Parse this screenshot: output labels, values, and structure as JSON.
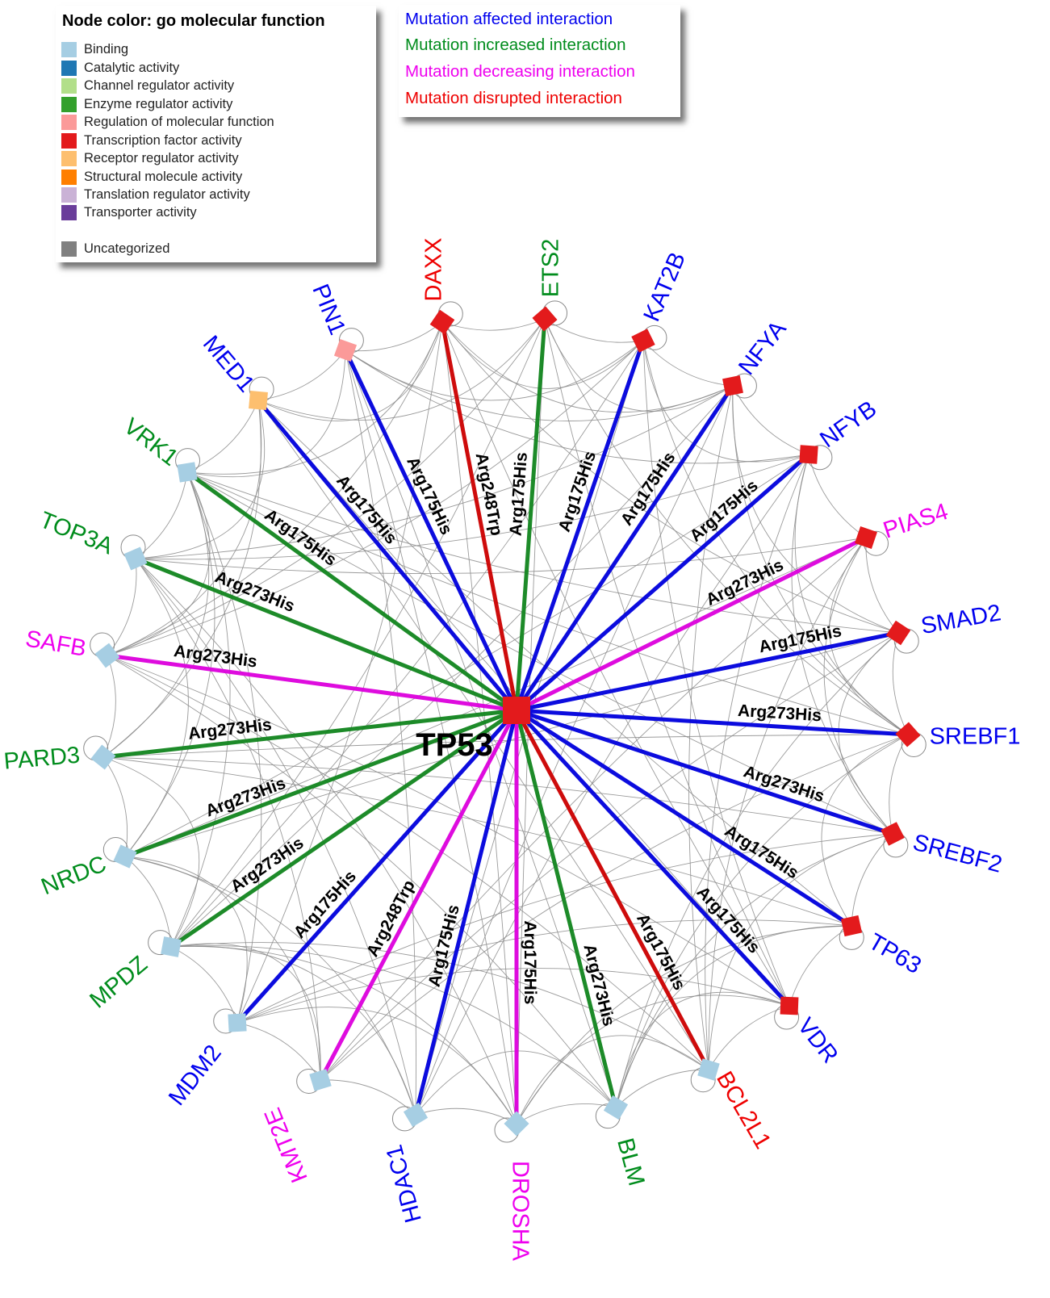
{
  "legend_go": {
    "title": "Node color: go molecular function",
    "items": [
      {
        "label": "Binding",
        "color": "#a6cee3"
      },
      {
        "label": "Catalytic activity",
        "color": "#1f78b4"
      },
      {
        "label": "Channel regulator activity",
        "color": "#b2df8a"
      },
      {
        "label": "Enzyme regulator activity",
        "color": "#33a02c"
      },
      {
        "label": "Regulation of molecular function",
        "color": "#fb9a99"
      },
      {
        "label": "Transcription factor activity",
        "color": "#e31a1c"
      },
      {
        "label": "Receptor regulator activity",
        "color": "#fdbf6f"
      },
      {
        "label": "Structural molecule activity",
        "color": "#ff7f00"
      },
      {
        "label": "Translation regulator activity",
        "color": "#cab2d6"
      },
      {
        "label": "Transporter activity",
        "color": "#6a3d9a"
      },
      {
        "label": "Uncategorized",
        "color": "#808080"
      }
    ]
  },
  "legend_edges": {
    "items": [
      {
        "label": "Mutation affected interaction",
        "color": "#0000ee"
      },
      {
        "label": "Mutation increased interaction",
        "color": "#008c1c"
      },
      {
        "label": "Mutation decreasing interaction",
        "color": "#ee00ee"
      },
      {
        "label": "Mutation disrupted interaction",
        "color": "#ee0000"
      }
    ]
  },
  "center": {
    "label": "TP53",
    "color": "#e31a1c"
  },
  "nodes": [
    {
      "name": "DAXX",
      "go_color": "#e31a1c",
      "text_color": "#ee0000",
      "edge_color": "#cc0000",
      "mutation": "Arg248Trp"
    },
    {
      "name": "ETS2",
      "go_color": "#e31a1c",
      "text_color": "#008c1c",
      "edge_color": "#11851e",
      "mutation": "Arg175His"
    },
    {
      "name": "KAT2B",
      "go_color": "#e31a1c",
      "text_color": "#0000ee",
      "edge_color": "#0000dd",
      "mutation": "Arg175His"
    },
    {
      "name": "NFYA",
      "go_color": "#e31a1c",
      "text_color": "#0000ee",
      "edge_color": "#0000dd",
      "mutation": "Arg175His"
    },
    {
      "name": "NFYB",
      "go_color": "#e31a1c",
      "text_color": "#0000ee",
      "edge_color": "#0000dd",
      "mutation": "Arg175His"
    },
    {
      "name": "PIAS4",
      "go_color": "#e31a1c",
      "text_color": "#ee00ee",
      "edge_color": "#dd00dd",
      "mutation": "Arg273His"
    },
    {
      "name": "SMAD2",
      "go_color": "#e31a1c",
      "text_color": "#0000ee",
      "edge_color": "#0000dd",
      "mutation": "Arg175His"
    },
    {
      "name": "SREBF1",
      "go_color": "#e31a1c",
      "text_color": "#0000ee",
      "edge_color": "#0000dd",
      "mutation": "Arg273His"
    },
    {
      "name": "SREBF2",
      "go_color": "#e31a1c",
      "text_color": "#0000ee",
      "edge_color": "#0000dd",
      "mutation": "Arg273His"
    },
    {
      "name": "TP63",
      "go_color": "#e31a1c",
      "text_color": "#0000ee",
      "edge_color": "#0000dd",
      "mutation": "Arg175His"
    },
    {
      "name": "VDR",
      "go_color": "#e31a1c",
      "text_color": "#0000ee",
      "edge_color": "#0000dd",
      "mutation": "Arg175His"
    },
    {
      "name": "BCL2L1",
      "go_color": "#a6cee3",
      "text_color": "#ee0000",
      "edge_color": "#cc0000",
      "mutation": "Arg175His"
    },
    {
      "name": "BLM",
      "go_color": "#a6cee3",
      "text_color": "#008c1c",
      "edge_color": "#11851e",
      "mutation": "Arg273His"
    },
    {
      "name": "DROSHA",
      "go_color": "#a6cee3",
      "text_color": "#ee00ee",
      "edge_color": "#dd00dd",
      "mutation": "Arg175His"
    },
    {
      "name": "HDAC1",
      "go_color": "#a6cee3",
      "text_color": "#0000ee",
      "edge_color": "#0000dd",
      "mutation": "Arg175His"
    },
    {
      "name": "KMT2E",
      "go_color": "#a6cee3",
      "text_color": "#ee00ee",
      "edge_color": "#dd00dd",
      "mutation": "Arg248Trp"
    },
    {
      "name": "MDM2",
      "go_color": "#a6cee3",
      "text_color": "#0000ee",
      "edge_color": "#0000dd",
      "mutation": "Arg175His"
    },
    {
      "name": "MPDZ",
      "go_color": "#a6cee3",
      "text_color": "#008c1c",
      "edge_color": "#11851e",
      "mutation": "Arg273His"
    },
    {
      "name": "NRDC",
      "go_color": "#a6cee3",
      "text_color": "#008c1c",
      "edge_color": "#11851e",
      "mutation": "Arg273His"
    },
    {
      "name": "PARD3",
      "go_color": "#a6cee3",
      "text_color": "#008c1c",
      "edge_color": "#11851e",
      "mutation": "Arg273His"
    },
    {
      "name": "SAFB",
      "go_color": "#a6cee3",
      "text_color": "#ee00ee",
      "edge_color": "#dd00dd",
      "mutation": "Arg273His"
    },
    {
      "name": "TOP3A",
      "go_color": "#a6cee3",
      "text_color": "#008c1c",
      "edge_color": "#11851e",
      "mutation": "Arg273His"
    },
    {
      "name": "VRK1",
      "go_color": "#a6cee3",
      "text_color": "#008c1c",
      "edge_color": "#11851e",
      "mutation": "Arg175His"
    },
    {
      "name": "MED1",
      "go_color": "#fdbf6f",
      "text_color": "#0000ee",
      "edge_color": "#0000dd",
      "mutation": "Arg175His"
    },
    {
      "name": "PIN1",
      "go_color": "#fb9a99",
      "text_color": "#0000ee",
      "edge_color": "#0000dd",
      "mutation": "Arg175His"
    }
  ]
}
